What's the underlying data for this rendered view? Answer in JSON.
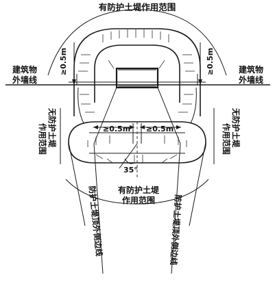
{
  "labels": {
    "top_range": "有防护土堤作用范围",
    "mid_range_line1": "有防护土堤",
    "mid_range_line2": "作用范围",
    "left_wall_line1": "建筑物",
    "left_wall_line2": "外墙线",
    "right_wall_line1": "建筑物",
    "right_wall_line2": "外墙线",
    "left_no_range_line1": "无防护土堤",
    "left_no_range_line2": "作用范围",
    "right_no_range_line1": "无防护土堤",
    "right_no_range_line2": "作用范围",
    "left_edge_line": "防护土堤顶外侧边线",
    "right_edge_line": "防护土堤顶外侧边线",
    "dim_left": "≥0.5m",
    "dim_right": "≥0.5m",
    "dim_mid_left": "≥0.5m",
    "dim_mid_right": "≥0.5m",
    "angle": "35°"
  }
}
